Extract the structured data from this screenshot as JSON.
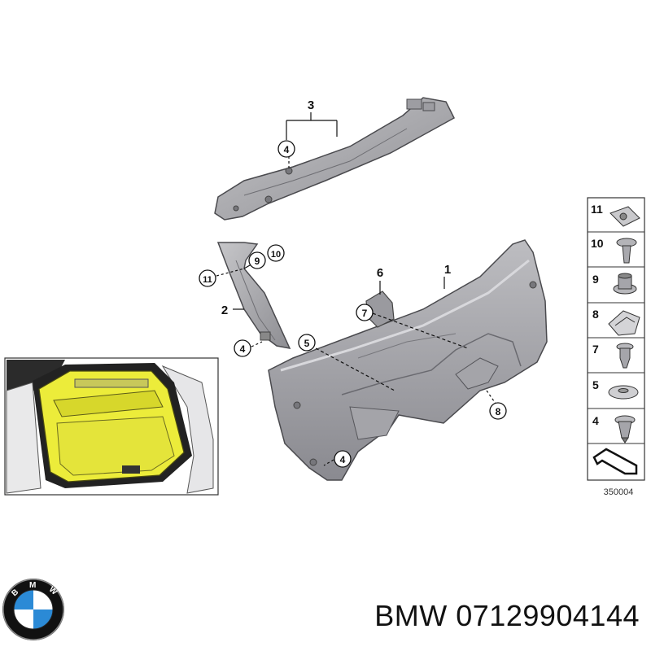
{
  "callouts": {
    "c3": "3",
    "c4_top": "4",
    "c11": "11",
    "c9": "9",
    "c10": "10",
    "c2": "2",
    "c4_pillar": "4",
    "c6": "6",
    "c1": "1",
    "c7": "7",
    "c5": "5",
    "c8": "8",
    "c4_bottom": "4"
  },
  "legend": {
    "items": [
      {
        "number": "11",
        "part": "clip-nut"
      },
      {
        "number": "10",
        "part": "screw"
      },
      {
        "number": "9",
        "part": "grommet"
      },
      {
        "number": "8",
        "part": "spring-clip"
      },
      {
        "number": "7",
        "part": "push-clip"
      },
      {
        "number": "5",
        "part": "round-clip"
      },
      {
        "number": "4",
        "part": "expanding-rivet"
      }
    ],
    "ref_code": "350004"
  },
  "brand": {
    "logo_text": "BMW",
    "part_label": "BMW 07129904144"
  }
}
